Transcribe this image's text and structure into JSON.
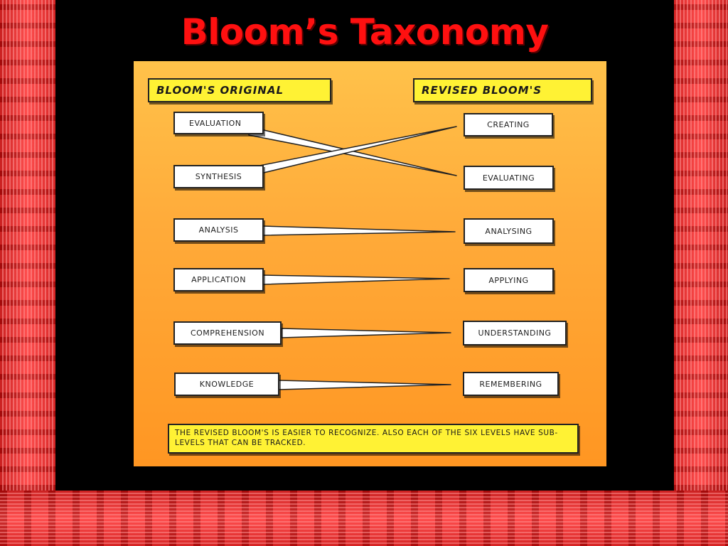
{
  "slide": {
    "title": "Bloom’s Taxonomy"
  },
  "diagram": {
    "original_header": "BLOOM'S ORIGINAL",
    "revised_header": "REVISED BLOOM'S",
    "original_levels": [
      "EVALUATION",
      "SYNTHESIS",
      "ANALYSIS",
      "APPLICATION",
      "COMPREHENSION",
      "KNOWLEDGE"
    ],
    "revised_levels": [
      "CREATING",
      "EVALUATING",
      "ANALYSING",
      "APPLYING",
      "UNDERSTANDING",
      "REMEMBERING"
    ],
    "mappings": [
      {
        "from": "EVALUATION",
        "to": "EVALUATING"
      },
      {
        "from": "SYNTHESIS",
        "to": "CREATING"
      },
      {
        "from": "ANALYSIS",
        "to": "ANALYSING"
      },
      {
        "from": "APPLICATION",
        "to": "APPLYING"
      },
      {
        "from": "COMPREHENSION",
        "to": "UNDERSTANDING"
      },
      {
        "from": "KNOWLEDGE",
        "to": "REMEMBERING"
      }
    ],
    "note": "THE REVISED BLOOM'S IS EASIER TO RECOGNIZE. ALSO EACH OF THE SIX LEVELS HAVE SUB-LEVELS THAT CAN BE TRACKED."
  },
  "colors": {
    "title": "#ff1010",
    "frame_red": "#e42020",
    "panel_orange": "#ffab3a",
    "label_yellow": "#fff234"
  }
}
